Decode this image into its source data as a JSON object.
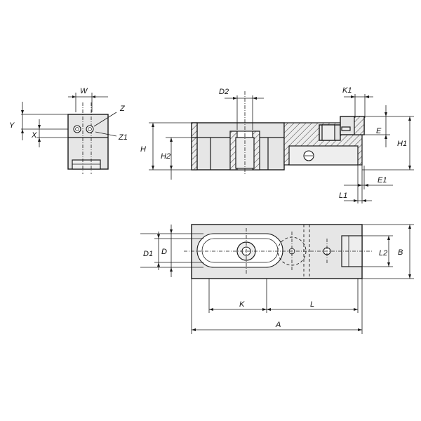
{
  "labels": {
    "W": "W",
    "Z": "Z",
    "Z1": "Z1",
    "Y": "Y",
    "X": "X",
    "D2": "D2",
    "K1": "K1",
    "H": "H",
    "H2": "H2",
    "H1": "H1",
    "E": "E",
    "E1": "E1",
    "L1": "L1",
    "D1": "D1",
    "D": "D",
    "L2": "L2",
    "B": "B",
    "K": "K",
    "L": "L",
    "A": "A"
  }
}
